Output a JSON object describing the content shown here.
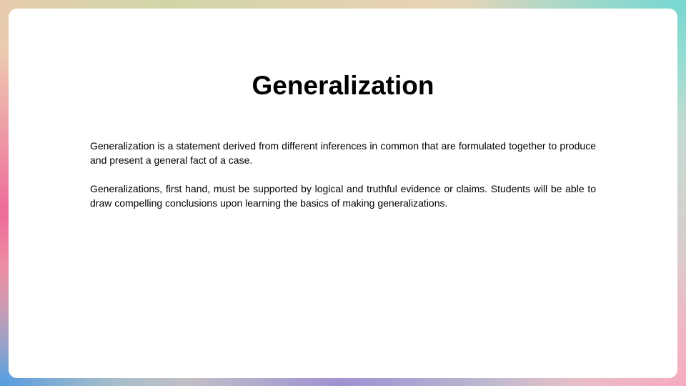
{
  "slide": {
    "title": "Generalization",
    "paragraphs": [
      "Generalization is a statement derived from different inferences in common that are formulated together to produce and present a general fact of a case.",
      "Generalizations, first hand, must be supported by logical and truthful evidence or claims. Students will be able to draw compelling conclusions upon learning the basics of making generalizations."
    ]
  },
  "colors": {
    "card_background": "#ffffff",
    "text": "#000000",
    "border_pink": "#ee5a96",
    "border_blue": "#4696e6",
    "border_teal": "#6ed7d2",
    "border_peach": "#f0c8b0"
  }
}
